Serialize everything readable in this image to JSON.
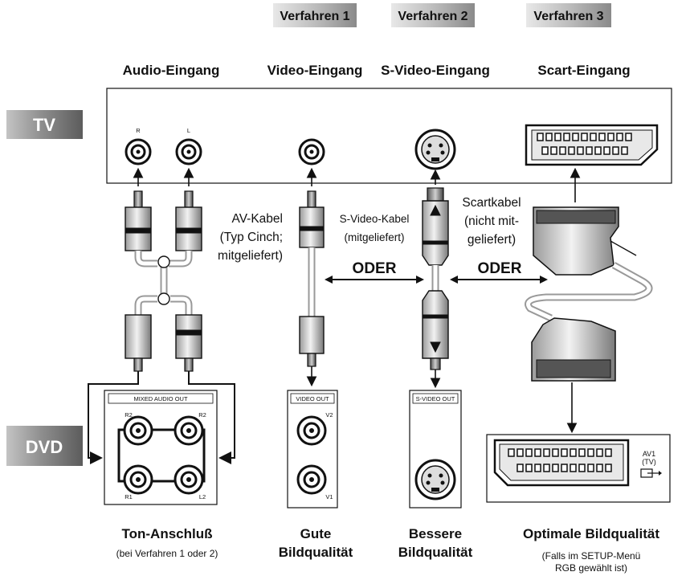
{
  "methods": [
    "Verfahren 1",
    "Verfahren 2",
    "Verfahren 3"
  ],
  "inputs": {
    "audio": "Audio-Eingang",
    "video": "Video-Eingang",
    "svideo": "S-Video-Eingang",
    "scart": "Scart-Eingang"
  },
  "devices": {
    "tv": "TV",
    "dvd": "DVD"
  },
  "tv_jacks": {
    "right": "R",
    "left": "L"
  },
  "cables": {
    "av": [
      "AV-Kabel",
      "(Typ Cinch;",
      "mitgeliefert)"
    ],
    "svideo": [
      "S-Video-Kabel",
      "(mitgeliefert)"
    ],
    "scart": [
      "Scartkabel",
      "(nicht mit-",
      "geliefert)"
    ]
  },
  "oder": "ODER",
  "dvd_panels": {
    "mixed_audio_out": "MIXED AUDIO OUT",
    "audio_r2_left": "R2",
    "audio_r2_right": "R2",
    "audio_r1": "R1",
    "audio_l2": "L2",
    "video_out": "VIDEO OUT",
    "v2": "V2",
    "v1": "V1",
    "svideo_out": "S-VIDEO OUT",
    "av1": "AV1",
    "av1_tv": "(TV)"
  },
  "captions": {
    "sound": "Ton-Anschluß",
    "sound_note": "(bei Verfahren 1 oder 2)",
    "good": [
      "Gute",
      "Bildqualität"
    ],
    "better": [
      "Bessere",
      "Bildqualität"
    ],
    "optimal": "Optimale Bildqualität",
    "optimal_note": [
      "(Falls im SETUP-Menü",
      "RGB gewählt ist)"
    ]
  }
}
